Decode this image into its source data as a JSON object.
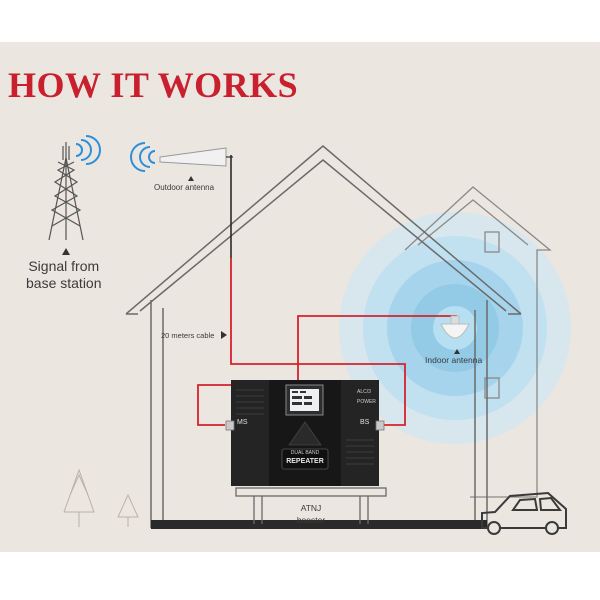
{
  "title": "HOW IT WORKS",
  "tower": {
    "caption_line1": "Signal from",
    "caption_line2": "base station"
  },
  "outdoor_antenna": {
    "label": "Outdoor antenna"
  },
  "cable": {
    "label": "20 meters cable"
  },
  "indoor_antenna": {
    "label": "Indoor antenna"
  },
  "booster": {
    "caption_line1": "ATNJ",
    "caption_line2": "booster"
  },
  "repeater": {
    "port_left": "MS",
    "port_right": "BS",
    "band_text": "DUAL BAND",
    "name_text": "REPEATER",
    "led1": "ALC/3",
    "led2": "POWER"
  },
  "colors": {
    "title": "#c8202e",
    "cable": "#d6222a",
    "background": "#ece6e0",
    "lines": "#6a6a6a",
    "coverage": "#8fc9e6"
  },
  "icons": [
    "cell-tower-icon",
    "signal-waves-icon",
    "yagi-antenna-icon",
    "ceiling-antenna-icon",
    "tree-icon",
    "car-icon"
  ]
}
